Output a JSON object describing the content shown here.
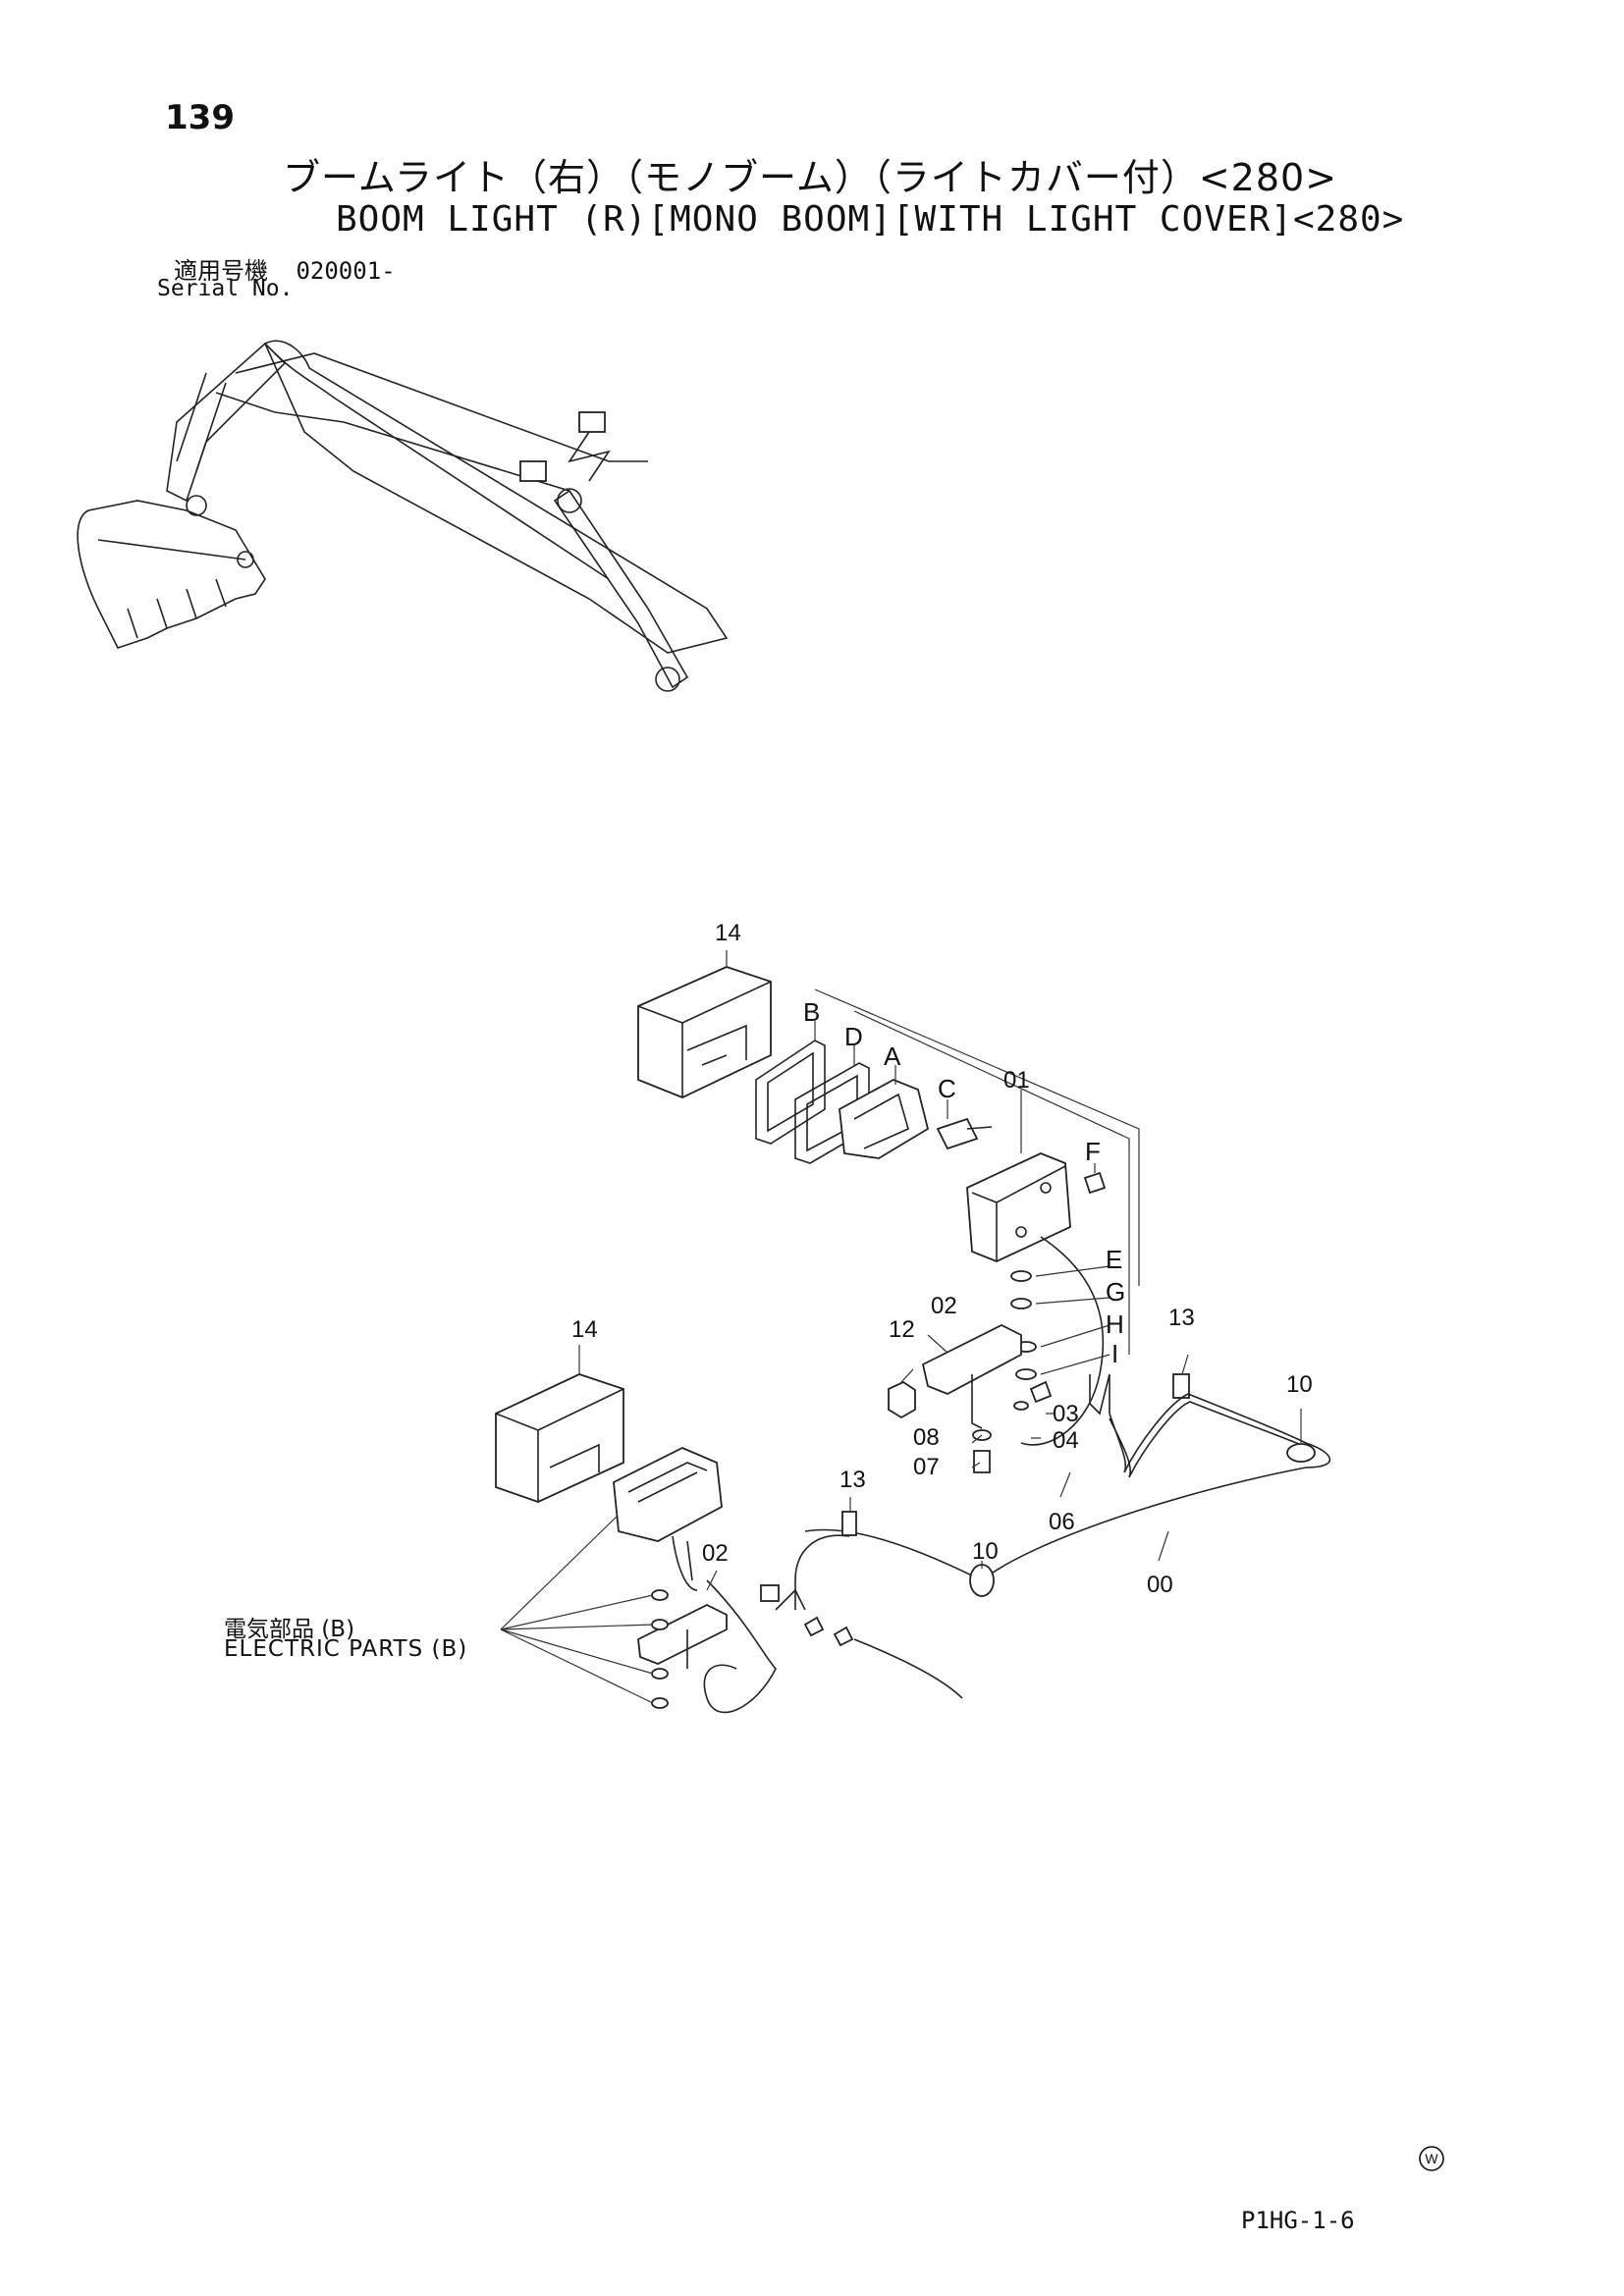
{
  "header": {
    "page_number": "139",
    "title_jp": "ブームライト（右）（モノブーム）（ライトカバー付）<280>",
    "title_en": "BOOM LIGHT (R)[MONO BOOM][WITH LIGHT COVER]<280>",
    "serial_label_jp": "適用号機",
    "serial_value": "020001-",
    "serial_label_en": "Serial No."
  },
  "callouts": {
    "c14a": "14",
    "cB": "B",
    "cD": "D",
    "cA": "A",
    "cC": "C",
    "c01": "01",
    "cF": "F",
    "cE": "E",
    "cG": "G",
    "cH": "H",
    "cI": "I",
    "c02a": "02",
    "c12": "12",
    "c13a": "13",
    "c10a": "10",
    "c03": "03",
    "c04": "04",
    "c08": "08",
    "c07": "07",
    "c06": "06",
    "c14b": "14",
    "c13b": "13",
    "c02b": "02",
    "c10b": "10",
    "c00": "00"
  },
  "electric_parts": {
    "label_jp": "電気部品 (B)",
    "label_en": "ELECTRIC PARTS (B)"
  },
  "footer": {
    "maker_mark": "W",
    "drawing_code": "P1HG-1-6"
  }
}
